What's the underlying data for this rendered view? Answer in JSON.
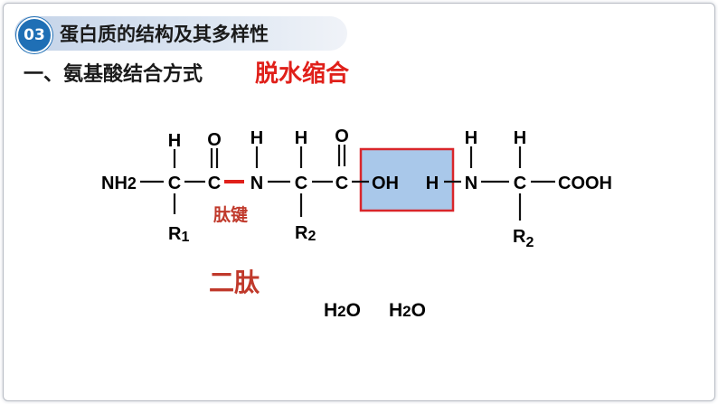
{
  "section": {
    "number": "03",
    "title": "蛋白质的结构及其多样性"
  },
  "heading": {
    "text": "一、氨基酸结合方式",
    "reaction": "脱水缩合"
  },
  "molecule": {
    "amino_1": {
      "h_top": "H",
      "carbonyl_o": "O",
      "amine": "NH",
      "amine_sub": "2",
      "alpha_c": "C",
      "carbonyl_c": "C",
      "r": "R",
      "r_sub": "1"
    },
    "amino_2": {
      "n_h": "H",
      "n": "N",
      "h_top": "H",
      "alpha_c": "C",
      "carbonyl_c": "C",
      "carbonyl_o": "O",
      "oh": "OH",
      "r": "R",
      "r_sub": "2"
    },
    "amino_3": {
      "h_left": "H",
      "n_h": "H",
      "n": "N",
      "h_top": "H",
      "alpha_c": "C",
      "cooh": "COOH",
      "r": "R",
      "r_sub": "2"
    },
    "peptide_bond_label": "肽键",
    "product_label": "二肽",
    "water_1": {
      "h": "H",
      "sub": "2",
      "o": "O"
    },
    "water_2": {
      "h": "H",
      "sub": "2",
      "o": "O"
    }
  },
  "colors": {
    "badge": "#1f6fb5",
    "accent_red": "#e0201a",
    "label_red": "#c0392b",
    "highlight_fill": "#a9c8ea",
    "highlight_border": "#d9262b"
  }
}
